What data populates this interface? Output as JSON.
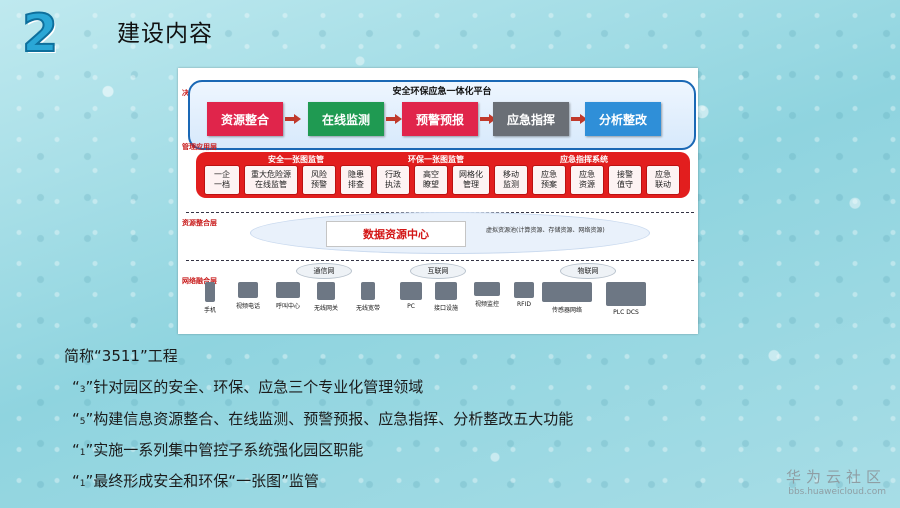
{
  "slide": {
    "number": "2",
    "title": "建设内容"
  },
  "diagram": {
    "layers": {
      "decision": "决策分析层",
      "management": "管理应用层",
      "resource": "资源整合层",
      "network": "网络融合层"
    },
    "platform_title": "安全环保应急一体化平台",
    "functions": [
      "资源整合",
      "在线监测",
      "预警预报",
      "应急指挥",
      "分析整改"
    ],
    "function_colors": [
      "#e0254b",
      "#1f9a52",
      "#e0254b",
      "#6a6f76",
      "#2f8fd8"
    ],
    "management_groups": [
      "安全一张图监管",
      "环保一张图监管",
      "应急指挥系统"
    ],
    "management_items": [
      [
        "一企",
        "一档"
      ],
      [
        "重大危险源",
        "在线监管"
      ],
      [
        "风险",
        "预警"
      ],
      [
        "隐患",
        "排查"
      ],
      [
        "行政",
        "执法"
      ],
      [
        "高空",
        "瞭望"
      ],
      [
        "网格化",
        "管理"
      ],
      [
        "移动",
        "监测"
      ],
      [
        "应急",
        "预案"
      ],
      [
        "应急",
        "资源"
      ],
      [
        "接警",
        "值守"
      ],
      [
        "应急",
        "联动"
      ]
    ],
    "data_center": "数据资源中心",
    "resource_note": "虚拟资源池(计算资源、存储资源、网络资源)",
    "networks": [
      "通信网",
      "互联网",
      "物联网"
    ],
    "devices": [
      "手机",
      "视频电话",
      "呼叫中心",
      "无线网关",
      "无线宽带",
      "PC",
      "接口设施",
      "视频监控",
      "RFID",
      "传感器网络",
      "PLC DCS"
    ]
  },
  "content": {
    "intro": "简称“3511”工程",
    "items": [
      {
        "num": "3",
        "text": "针对园区的安全、环保、应急三个专业化管理领域"
      },
      {
        "num": "5",
        "text": "构建信息资源整合、在线监测、预警预报、应急指挥、分析整改五大功能"
      },
      {
        "num": "1",
        "text": "实施一系列集中管控子系统强化园区职能"
      },
      {
        "num": "1",
        "text": "最终形成安全和环保“一张图”监管"
      }
    ]
  },
  "watermark": {
    "name": "华为云社区",
    "url": "bbs.huaweicloud.com"
  }
}
